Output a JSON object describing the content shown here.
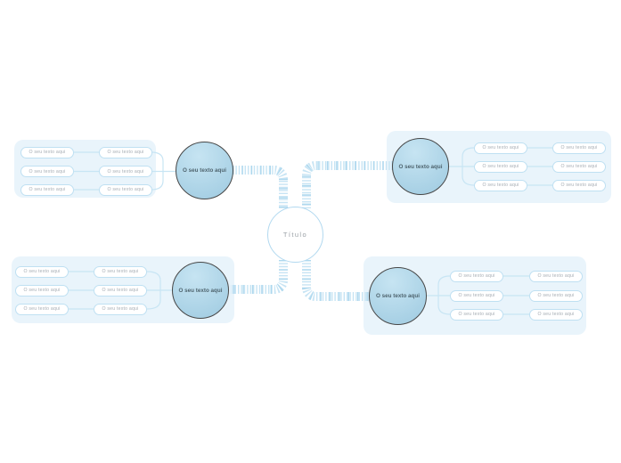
{
  "colors": {
    "canvas-bg": "#ffffff",
    "panel-bg": "#e9f4fb",
    "pill-border": "#bfe0f2",
    "pill-text": "#a6adb4",
    "wire": "#c8e5f4",
    "band": "#c7e4f4",
    "band-dark": "#aed8ee",
    "circle-top": "#c6e4f2",
    "circle-bottom": "#a4cee3",
    "circle-border": "#474747",
    "circle-text": "#4f646e",
    "center-border": "#b2d9f0",
    "center-text": "#9aa0a6"
  },
  "map": {
    "center": {
      "label": "Título"
    },
    "branches": [
      {
        "position": "top-left",
        "circle_label": "O seu texto aqui",
        "nodes": [
          "O seu texto aqui",
          "O seu texto aqui",
          "O seu texto aqui",
          "O seu texto aqui",
          "O seu texto aqui",
          "O seu texto aqui"
        ]
      },
      {
        "position": "top-right",
        "circle_label": "O seu texto aqui",
        "nodes": [
          "O seu texto aqui",
          "O seu texto aqui",
          "O seu texto aqui",
          "O seu texto aqui",
          "O seu texto aqui",
          "O seu texto aqui"
        ]
      },
      {
        "position": "bottom-left",
        "circle_label": "O seu texto aqui",
        "nodes": [
          "O seu texto aqui",
          "O seu texto aqui",
          "O seu texto aqui",
          "O seu texto aqui",
          "O seu texto aqui",
          "O seu texto aqui"
        ]
      },
      {
        "position": "bottom-right",
        "circle_label": "O seu texto aqui",
        "nodes": [
          "O seu texto aqui",
          "O seu texto aqui",
          "O seu texto aqui",
          "O seu texto aqui",
          "O seu texto aqui",
          "O seu texto aqui"
        ]
      }
    ]
  }
}
